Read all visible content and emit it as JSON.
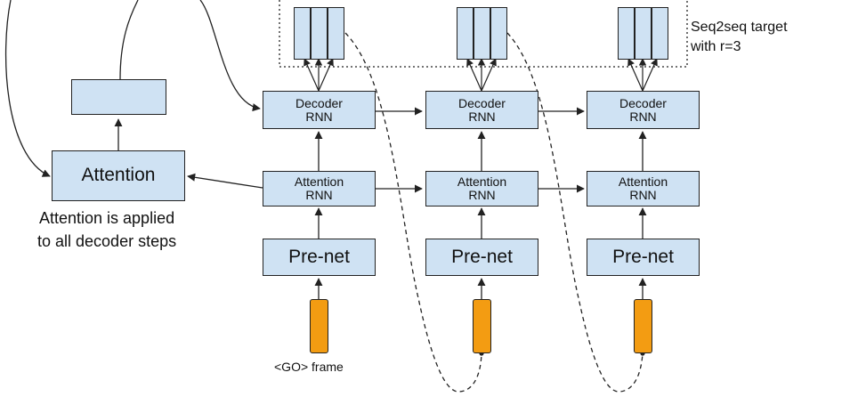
{
  "attention": {
    "label": "Attention",
    "note_line1": "Attention is applied",
    "note_line2": "to all decoder steps"
  },
  "decoder": {
    "line1": "Decoder",
    "line2": "RNN"
  },
  "attention_rnn": {
    "line1": "Attention",
    "line2": "RNN"
  },
  "prenet": {
    "label": "Pre-net"
  },
  "go_frame": {
    "label": "<GO> frame"
  },
  "target": {
    "line1": "Seq2seq target",
    "line2": "with r=3"
  },
  "colors": {
    "box_fill": "#cfe2f3",
    "frame_fill": "#f39c12",
    "stroke": "#222222"
  }
}
